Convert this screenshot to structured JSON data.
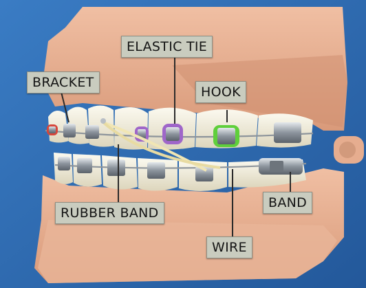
{
  "labels": {
    "elastic_tie": "ELASTIC TIE",
    "bracket": "BRACKET",
    "hook": "HOOK",
    "rubber_band": "RUBBER BAND",
    "band": "BAND",
    "wire": "WIRE"
  },
  "colors": {
    "background": "#2f6fb5",
    "gum": "#e6ad8f",
    "tooth": "#f3f0df",
    "metal": "#a7aeb6",
    "callout": "#c9ccbf",
    "elastic_purple": "#9f66c9",
    "elastic_green": "#5fcf3b",
    "elastic_red": "#d6463b"
  }
}
